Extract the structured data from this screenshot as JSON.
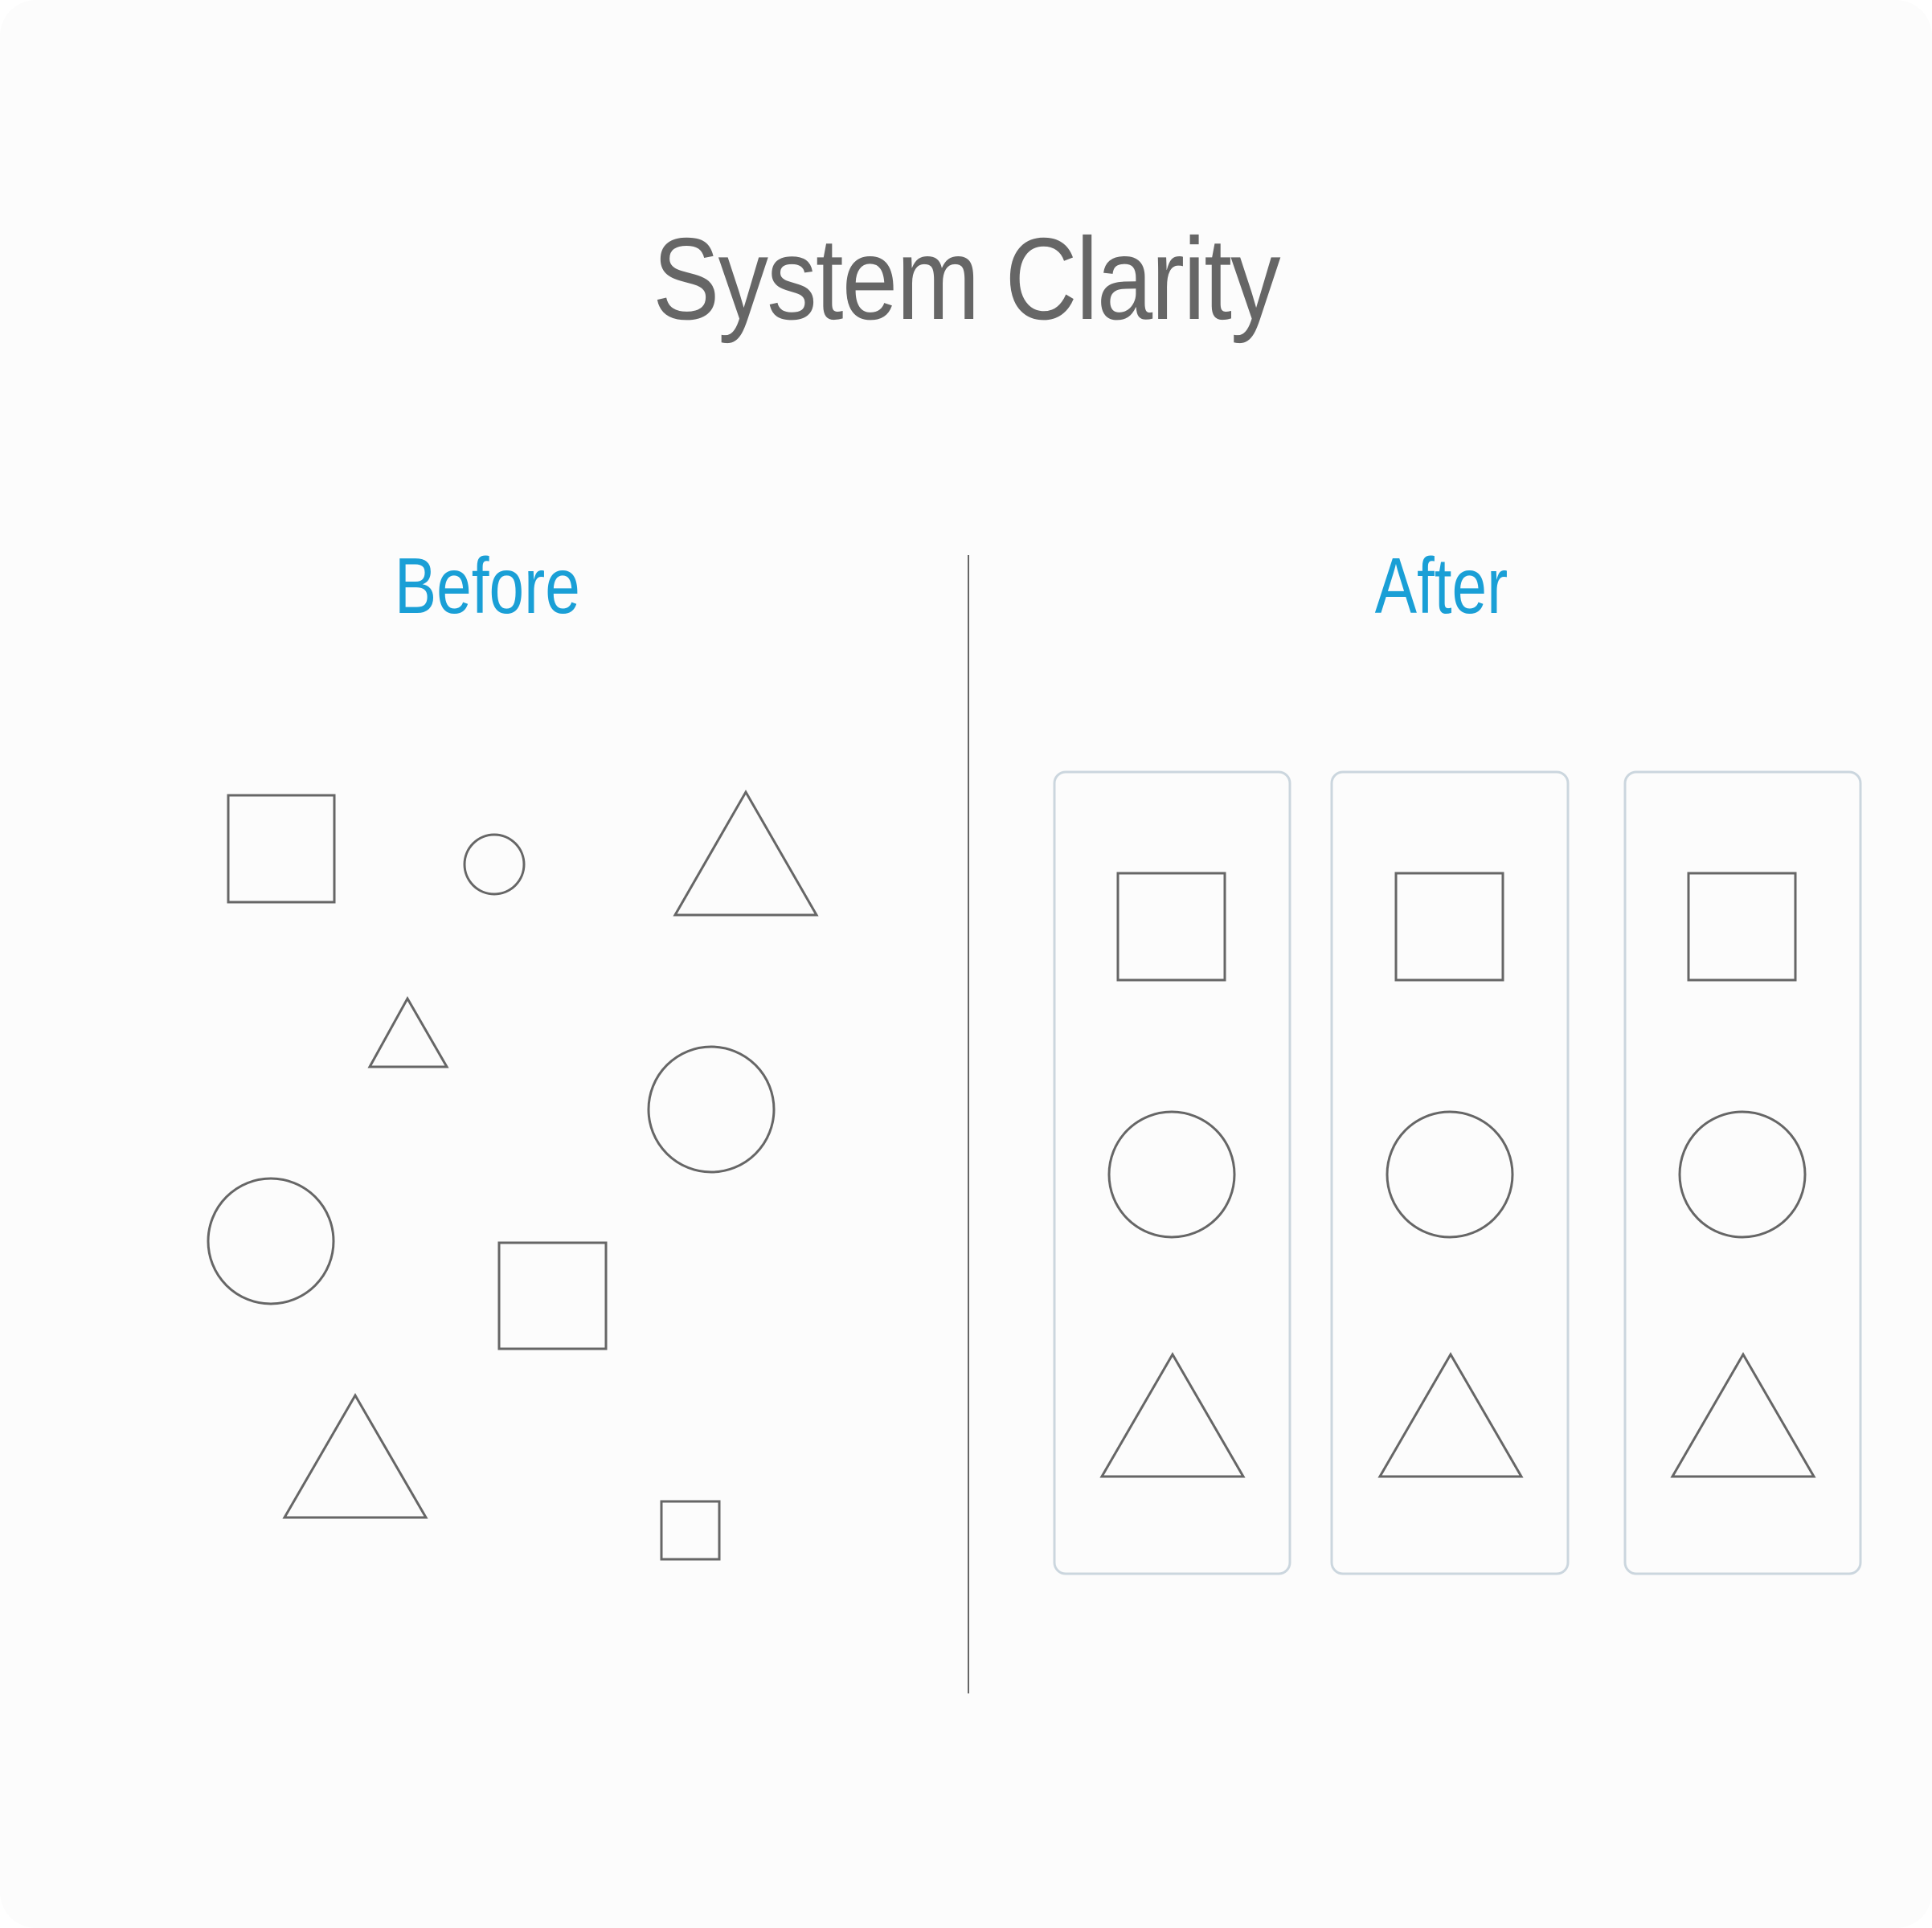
{
  "title": "System Clarity",
  "labels": {
    "before": "Before",
    "after": "After"
  },
  "colors": {
    "background": "#fcfcfc",
    "title": "#666666",
    "accent": "#1a9fd6",
    "shape_stroke": "#666666",
    "card_border": "#cbd6de",
    "divider": "#666666"
  },
  "before_shapes": [
    {
      "type": "square",
      "size": "large"
    },
    {
      "type": "circle",
      "size": "small"
    },
    {
      "type": "triangle",
      "size": "large"
    },
    {
      "type": "triangle",
      "size": "small"
    },
    {
      "type": "circle",
      "size": "large"
    },
    {
      "type": "circle",
      "size": "large"
    },
    {
      "type": "square",
      "size": "large"
    },
    {
      "type": "triangle",
      "size": "large"
    },
    {
      "type": "square",
      "size": "small"
    }
  ],
  "after_columns": [
    {
      "shapes": [
        "square",
        "circle",
        "triangle"
      ]
    },
    {
      "shapes": [
        "square",
        "circle",
        "triangle"
      ]
    },
    {
      "shapes": [
        "square",
        "circle",
        "triangle"
      ]
    }
  ]
}
